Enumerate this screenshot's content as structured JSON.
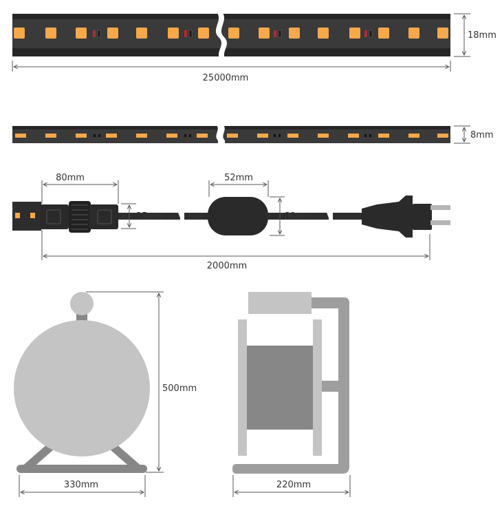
{
  "colors": {
    "strip": "#3a3a3a",
    "strip_edge": "#262626",
    "led": "#f6a84a",
    "led_core": "#f3b266",
    "cable": "#2d2d2d",
    "plug": "#2a2a2a",
    "prong": "#b5b5b5",
    "reel_light": "#c4c4c4",
    "reel_mid": "#9e9e9e",
    "reel_dark": "#878787",
    "reel_side": "#bdbdbd",
    "dim_line": "#555555"
  },
  "icons": {
    "break": "wavy-break-icon",
    "plug": "schuko-plug-icon"
  },
  "strip_top": {
    "length_label": "25000mm",
    "height_label": "18mm"
  },
  "strip_side": {
    "thickness_label": "8mm"
  },
  "power_cord": {
    "connector_width_label": "80mm",
    "connector_height_label": "25mm",
    "driver_width_label": "52mm",
    "driver_height_label": "32mm",
    "total_length_label": "2000mm"
  },
  "reel_side_view": {
    "height_label": "500mm",
    "width_label": "330mm"
  },
  "reel_front_view": {
    "width_label": "220mm"
  }
}
